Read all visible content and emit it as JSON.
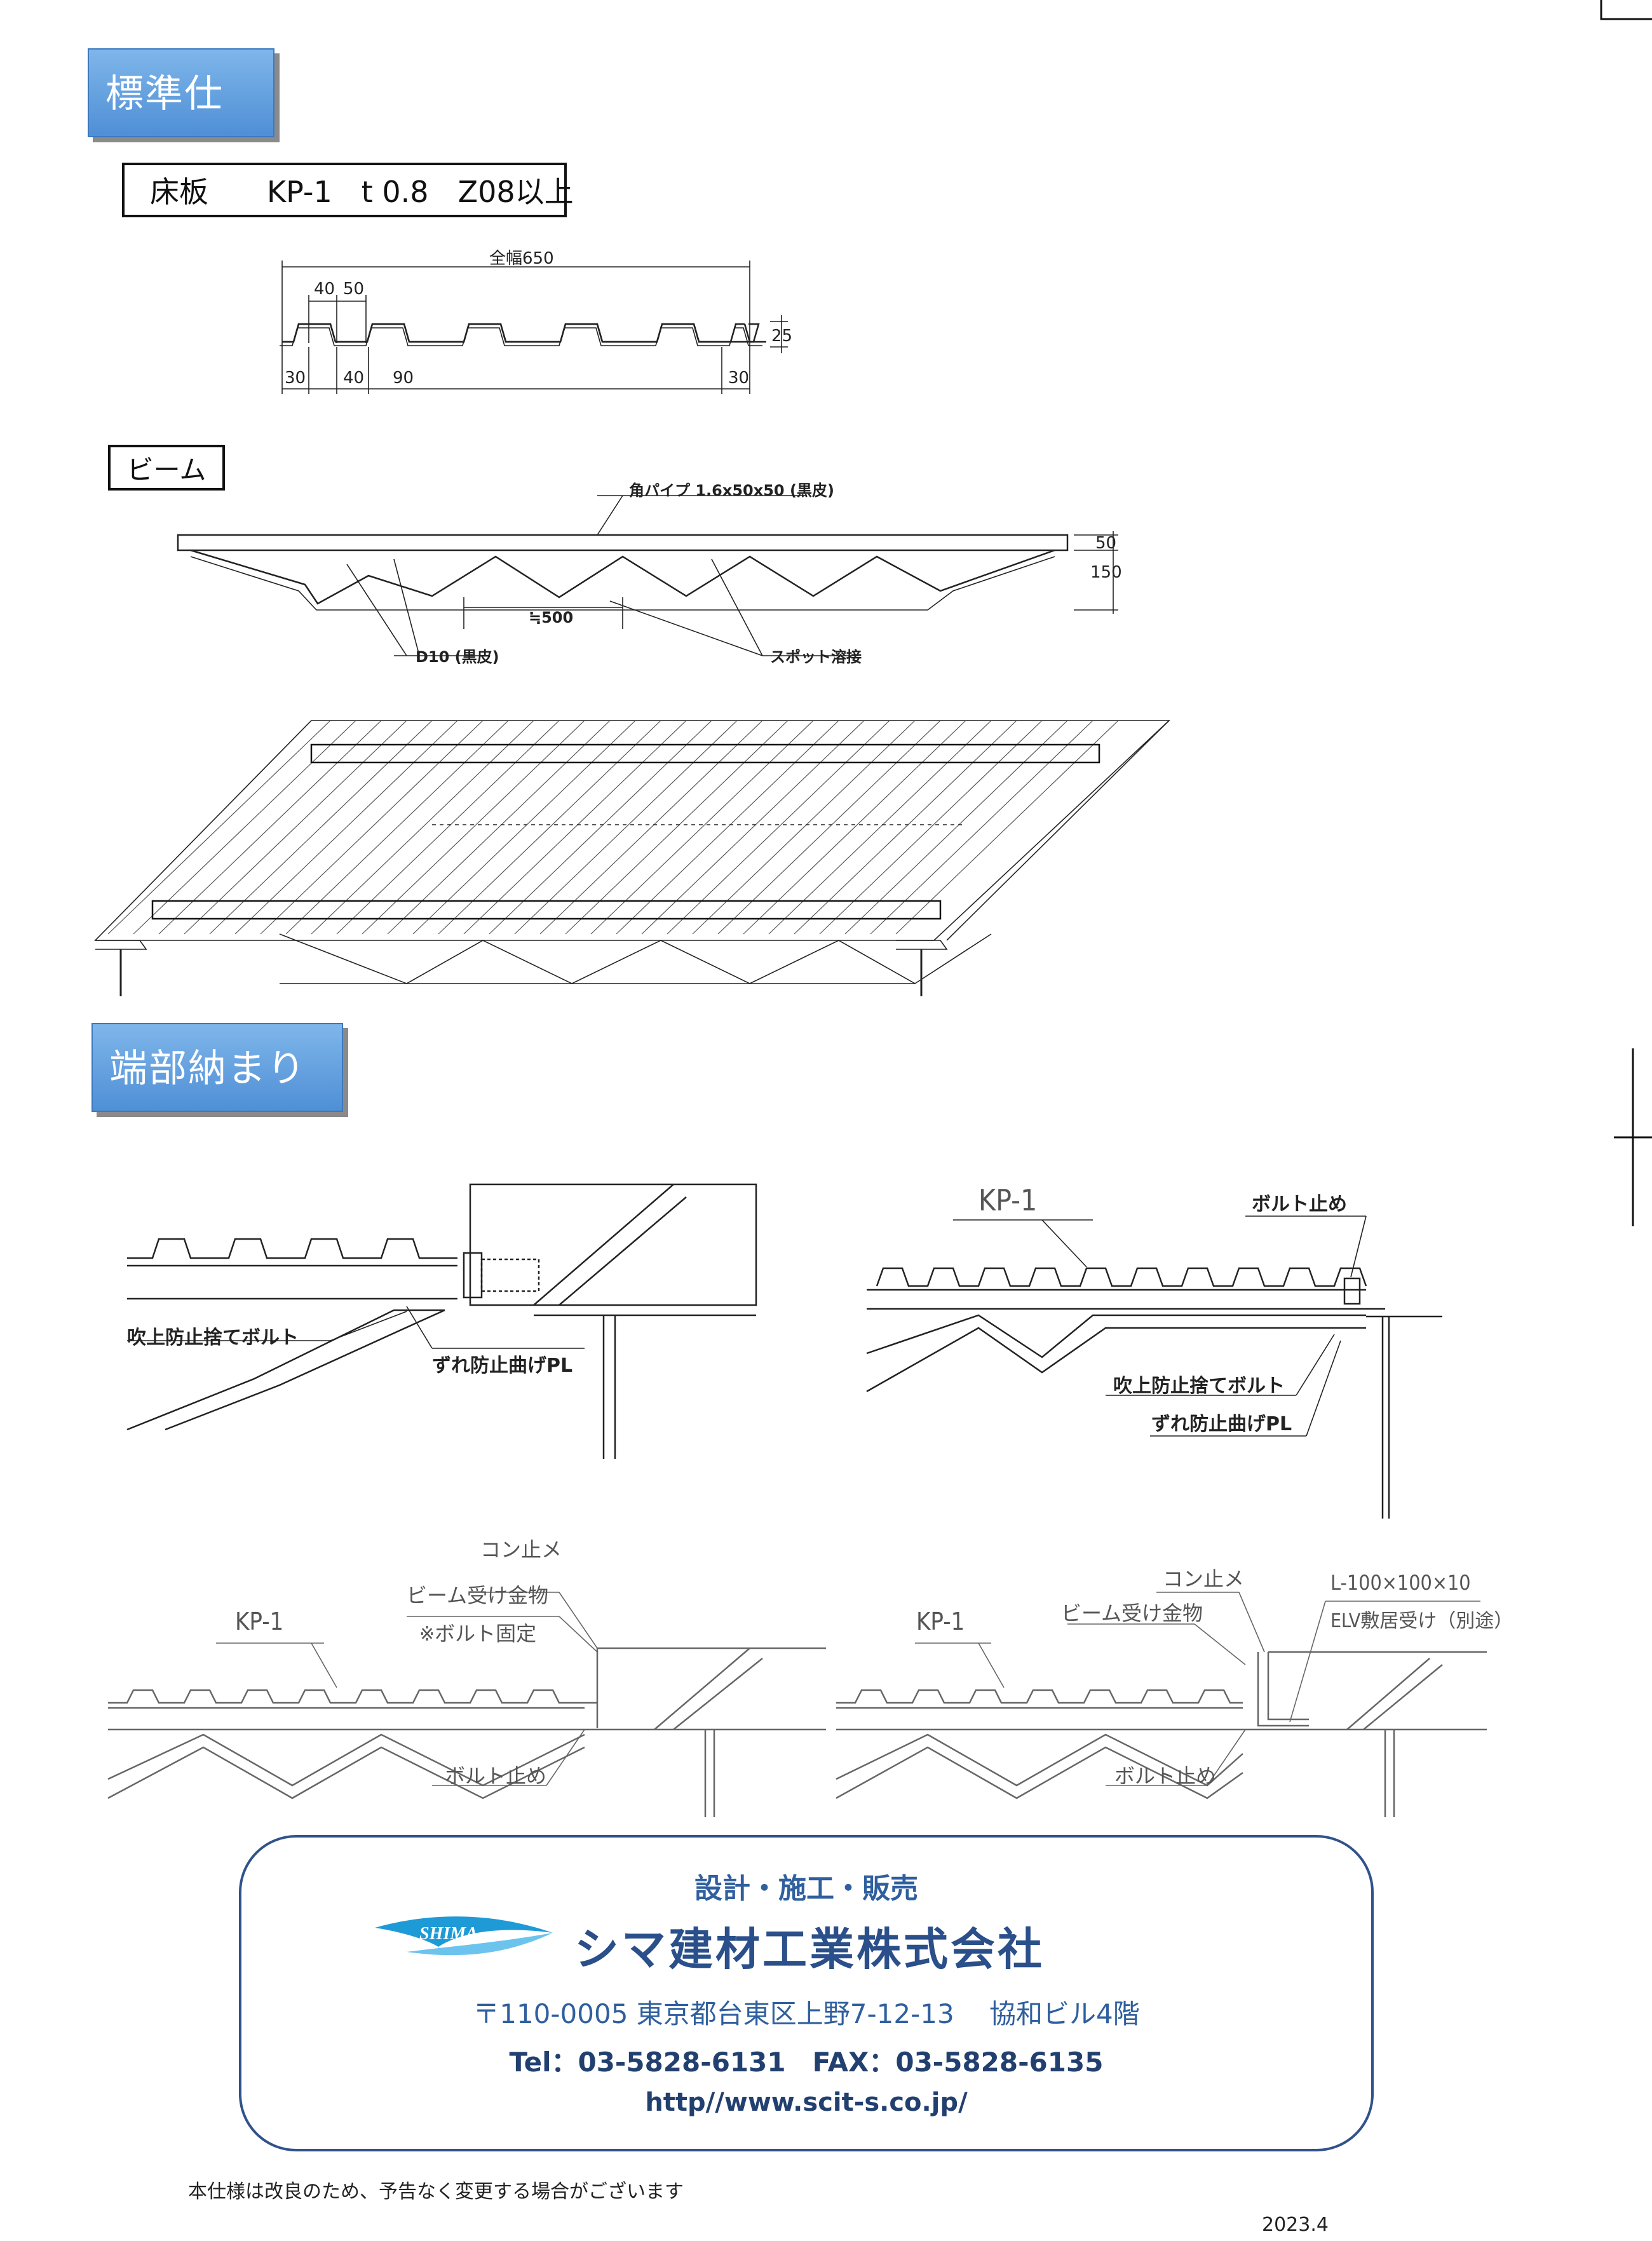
{
  "sections": {
    "standard_spec": "標準仕様",
    "end_detail": "端部納まり例"
  },
  "floor_panel": {
    "label": "床板",
    "spec": "KP-1　t 0.8　Z08以上",
    "dims": {
      "total_width": "全幅650",
      "top_a": "40",
      "top_b": "50",
      "height": "25",
      "bottom": [
        "30",
        "40",
        "90",
        "30"
      ]
    }
  },
  "beam": {
    "label": "ビーム",
    "pipe": "角パイプ 1.6x50x50 (黒皮)",
    "pitch": "≒500",
    "rod": "D10 (黒皮)",
    "weld": "スポット溶接",
    "dim_total": "150",
    "dim_top": "50"
  },
  "details": {
    "d1": {
      "bolt": "吹上防止捨てボルト",
      "plate": "ずれ防止曲げPL"
    },
    "d2": {
      "panel": "KP-1",
      "stop": "ボルト止め",
      "bolt": "吹上防止捨てボルト",
      "plate": "ずれ防止曲げPL"
    },
    "d3": {
      "panel": "KP-1",
      "con": "コン止メ",
      "bracket": "ビーム受け金物",
      "bracket_note": "※ボルト固定",
      "stop": "ボルト止め"
    },
    "d4": {
      "panel": "KP-1",
      "con": "コン止メ",
      "bracket": "ビーム受け金物",
      "angle": "L-100×100×10",
      "angle_note": "ELV敷居受け（別途）",
      "stop": "ボルト止め"
    }
  },
  "company": {
    "tagline": "設計・施工・販売",
    "logo_text": "SHIMA",
    "name": "シマ建材工業株式会社",
    "address": "〒110-0005 東京都台東区上野7-12-13　 協和ビル4階",
    "tel_fax": "Tel：03-5828-6131　FAX：03-5828-6135",
    "url": "http//www.scit-s.co.jp/"
  },
  "footer": {
    "note": "本仕様は改良のため、予告なく変更する場合がございます",
    "date": "2023.4"
  }
}
